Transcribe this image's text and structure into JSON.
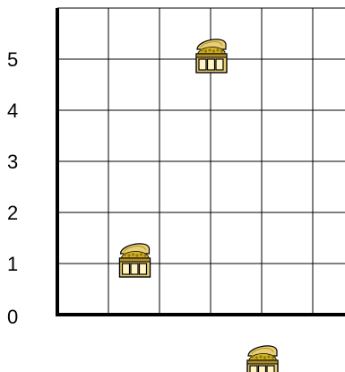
{
  "grid": {
    "columns": 6,
    "rows": 6,
    "y_tick_labels": [
      "0",
      "1",
      "2",
      "3",
      "4",
      "5"
    ]
  },
  "treasures": [
    {
      "label": "treasure-chest",
      "col": 1.5,
      "row": 1
    },
    {
      "label": "treasure-chest",
      "col": 3,
      "row": 5
    },
    {
      "label": "treasure-chest",
      "col": 4,
      "row": -1
    }
  ],
  "colors": {
    "grid_line": "#000000",
    "axis": "#000000",
    "chest_wood": "#e8cf76",
    "chest_band": "#b38f2c",
    "gold": "#d6b21f"
  }
}
